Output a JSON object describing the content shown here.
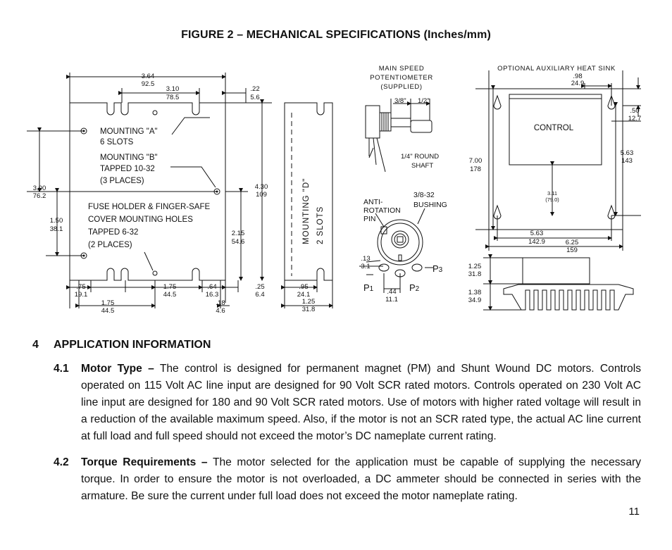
{
  "figure": {
    "title": "FIGURE 2 – MECHANICAL SPECIFICATIONS (Inches/mm)",
    "main_dims": {
      "w_overall": "3.64",
      "w_overall_mm": "92.5",
      "w_inner": "3.10",
      "w_inner_mm": "78.5",
      "edge_top": ".22",
      "edge_top_mm": "5.6",
      "h_left": "3.00",
      "h_left_mm": "76.2",
      "h_low": "1.50",
      "h_low_mm": "38.1",
      "h_total": "4.30",
      "h_total_mm": "109",
      "h_mid": "2.15",
      "h_mid_mm": "54.6",
      "b75": ".75",
      "b75_mm": "19.1",
      "b175a": "1.75",
      "b175a_mm": "44.5",
      "b64": ".64",
      "b64_mm": "16.3",
      "b25": ".25",
      "b25_mm": "6.4",
      "b175b": "1.75",
      "b175b_mm": "44.5",
      "b18": ".18",
      "b18_mm": "4.6"
    },
    "labels": {
      "mount_a1": "MOUNTING \"A\"",
      "mount_a2": "6 SLOTS",
      "mount_b1": "MOUNTING \"B\"",
      "mount_b2": "TAPPED 10-32",
      "mount_b3": "(3 PLACES)",
      "fuse1": "FUSE HOLDER & FINGER-SAFE",
      "fuse2": "COVER MOUNTING HOLES",
      "fuse3": "TAPPED 6-32",
      "fuse4": "(2 PLACES)",
      "mount_d1": "MOUNTING \"D\"",
      "mount_d2": "2 SLOTS"
    },
    "side_dims": {
      "d95": ".95",
      "d95_mm": "24.1",
      "d125": "1.25",
      "d125_mm": "31.8"
    },
    "pot": {
      "title1": "MAIN SPEED",
      "title2": "POTENTIOMETER",
      "title3": "(SUPPLIED)",
      "d38": "3/8\"",
      "d12": "1/2\"",
      "shaft1": "1/4\" ROUND",
      "shaft2": "SHAFT",
      "anti1": "ANTI-",
      "anti2": "ROTATION",
      "anti3": "PIN",
      "bush1": "3/8-32",
      "bush2": "BUSHING",
      "d13": ".13",
      "d13_mm": "3.1",
      "d44": ".44",
      "d44_mm": "11.1",
      "p1": "P",
      "p1s": "1",
      "p2": "P",
      "p2s": "2",
      "p3": "P",
      "p3s": "3"
    },
    "heatsink": {
      "title": "OPTIONAL AUXILIARY HEAT SINK",
      "d98": ".98",
      "d98_mm": "24.9",
      "d50": ".50",
      "d50_mm": "12.7",
      "control": "CONTROL",
      "d700": "7.00",
      "d700_mm": "178",
      "d563v": "5.63",
      "d563v_mm": "143",
      "d311": "3.11",
      "d311_mm": "(79.0)",
      "d563h": "5.63",
      "d563h_mm": "142.9",
      "d625": "6.25",
      "d625_mm": "159",
      "d125": "1.25",
      "d125_mm": "31.8",
      "d138": "1.38",
      "d138_mm": "34.9"
    }
  },
  "section": {
    "number": "4",
    "title": "APPLICATION INFORMATION"
  },
  "p41": {
    "number": "4.1",
    "heading": "Motor Type –",
    "text": "The control is designed for permanent magnet (PM) and Shunt Wound DC motors. Controls operated on 115 Volt AC line input are designed for 90 Volt SCR rated motors. Controls operated on 230 Volt AC line input are designed for 180 and 90 Volt SCR rated motors. Use of motors with higher rated voltage will result in a reduction of the available maximum speed. Also, if the motor is not an SCR rated type, the actual AC line current at full load and full speed should not exceed the motor’s DC nameplate current rating."
  },
  "p42": {
    "number": "4.2",
    "heading": "Torque Requirements –",
    "text": "The motor selected for the application must be capable of supplying the necessary torque. In order to ensure the motor is not overloaded, a DC ammeter should be connected in series with the armature. Be sure the current under full load does not exceed the motor nameplate rating."
  },
  "page_number": "11"
}
